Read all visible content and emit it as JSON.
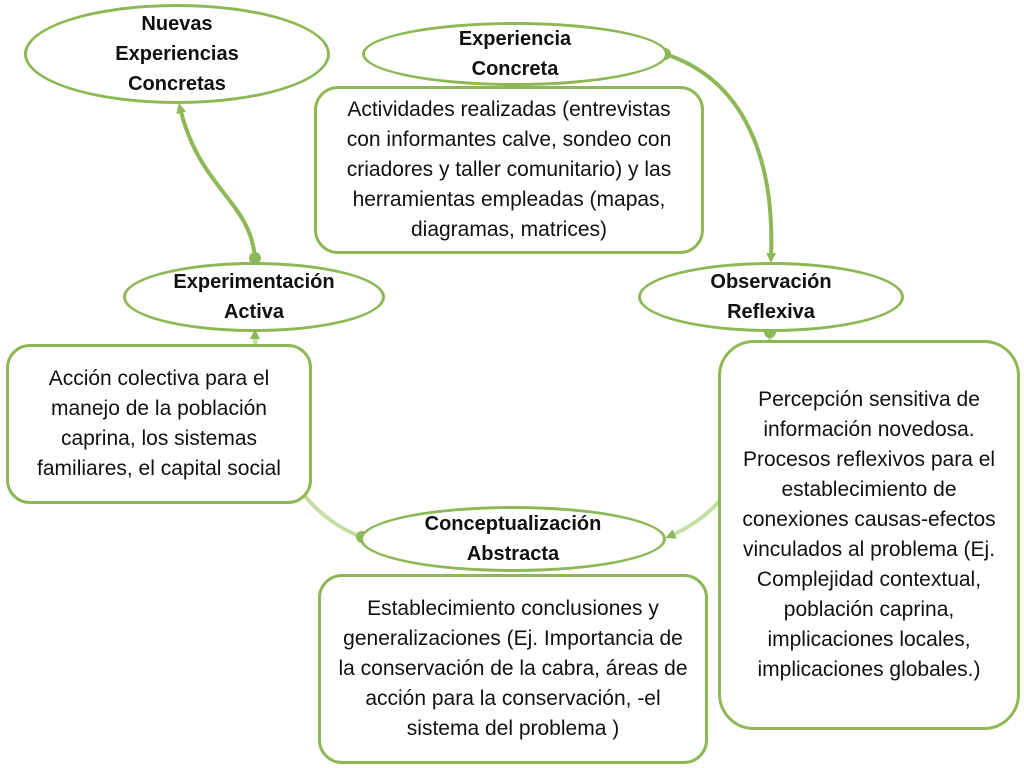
{
  "colors": {
    "accent": "#8db855",
    "accent_light": "#c5dea4",
    "text": "#111111"
  },
  "nodes": {
    "nuevas": "Nuevas\nExperiencias\nConcretas",
    "experiencia": "Experiencia\nConcreta",
    "observacion": "Observación\nReflexiva",
    "conceptualizacion": "Conceptualización\nAbstracta",
    "experimentacion": "Experimentación\nActiva"
  },
  "boxes": {
    "experiencia_text": "Actividades realizadas (entrevistas con informantes calve, sondeo con criadores y taller comunitario) y las herramientas empleadas (mapas, diagramas, matrices)",
    "observacion_text": "Percepción sensitiva de información novedosa. Procesos reflexivos para el establecimiento de conexiones causas-efectos vinculados al problema (Ej. Complejidad contextual, población caprina, implicaciones locales, implicaciones globales.)",
    "conceptualizacion_text": "Establecimiento  conclusiones y generalizaciones (Ej.  Importancia de la conservación de la cabra, áreas de acción para la conservación, -el sistema del problema )",
    "experimentacion_text": "Acción colectiva para el manejo de la población caprina, los sistemas familiares, el capital social"
  }
}
